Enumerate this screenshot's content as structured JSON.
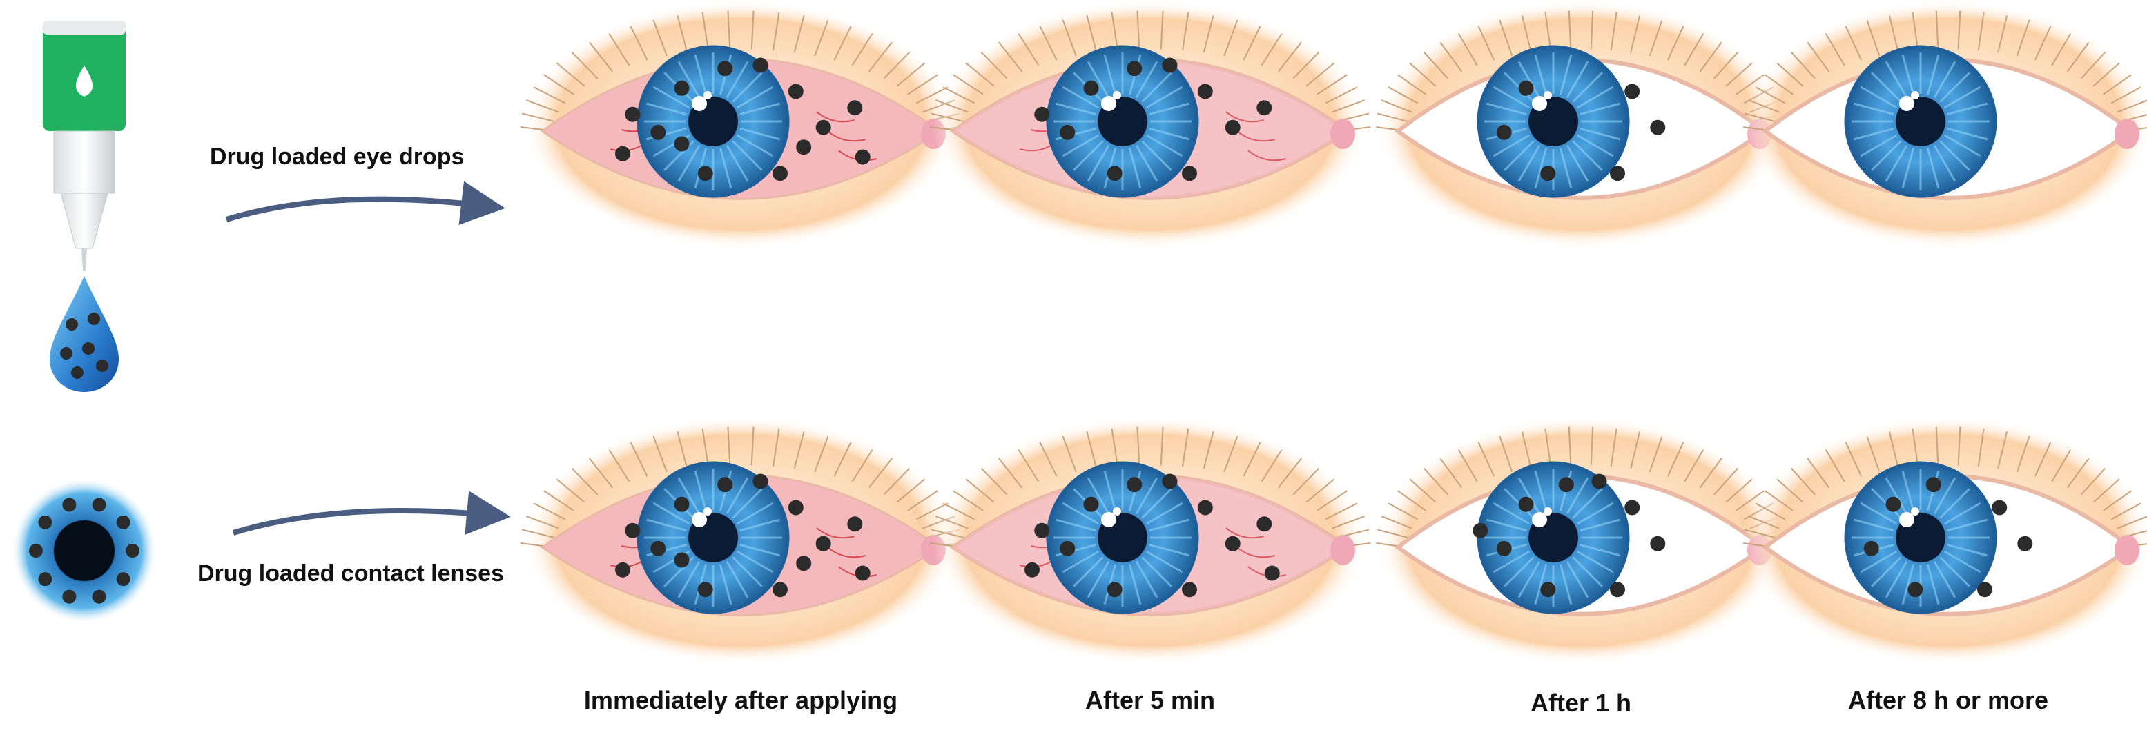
{
  "rows": [
    {
      "label": "Drug loaded eye drops",
      "source_icon": "eye-drop-bottle-icon",
      "particles": [
        14,
        10,
        6,
        0
      ],
      "redness": [
        1,
        0.85,
        0,
        0
      ]
    },
    {
      "label": "Drug loaded contact lenses",
      "source_icon": "contact-lens-icon",
      "particles": [
        14,
        12,
        9,
        7
      ],
      "redness": [
        1,
        0.85,
        0,
        0
      ]
    }
  ],
  "time_points": [
    "Immediately after applying",
    "After 5 min",
    "After 1 h",
    "After 8 h or more"
  ],
  "colors": {
    "arrow": "#4a5d80",
    "iris": "#3b8ed0",
    "iris_dark": "#1f5f99",
    "pupil": "#0b1b33",
    "particle": "#2b2b2b",
    "redness": "#f3b9bc",
    "vein": "#d9474f",
    "sclera": "#ffffff",
    "skin": "#fbd2a8",
    "bottle_cap": "#1fb261",
    "drop": "#2c7fd0"
  }
}
